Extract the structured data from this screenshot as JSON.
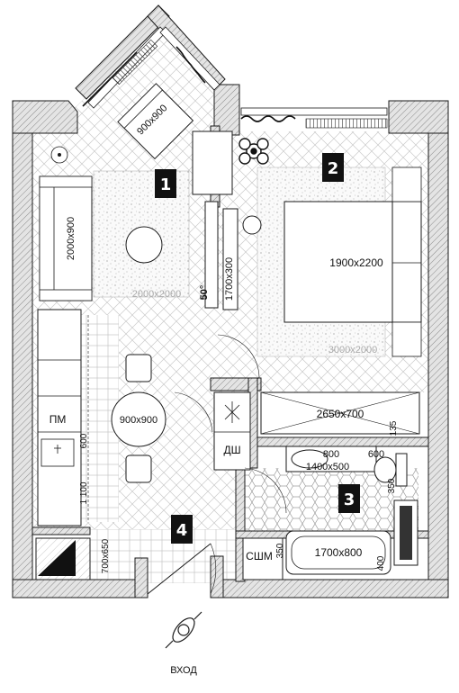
{
  "rooms": [
    {
      "number": "1"
    },
    {
      "number": "2"
    },
    {
      "number": "3"
    },
    {
      "number": "4"
    }
  ],
  "labels": {
    "armchair": "900x900",
    "sofa": "2000x900",
    "rug_living": "2000x2000",
    "angle": "50°",
    "wardrobe_niche": "1700x300",
    "bed": "1900x2200",
    "rug_bedroom": "3000x2000",
    "fridge": "ПМ",
    "counter_600": "600",
    "counter_1100": "1 100",
    "dining_table": "900x900",
    "wardrobe_hall": "2650x700",
    "shower": "ДШ",
    "vanity_800": "800",
    "vanity": "1400x500",
    "dim_600": "600",
    "dim_135": "135",
    "dim_350_wc": "350",
    "washer": "СШМ",
    "dim_350_washer": "350",
    "bathtub": "1700x800",
    "dim_400": "400",
    "entry_closet": "700x650",
    "entrance": "ВХОД"
  },
  "colors": {
    "wall": "#d8d8d8",
    "line": "#1a1a1a",
    "badge": "#111111",
    "tile": "#999999"
  }
}
